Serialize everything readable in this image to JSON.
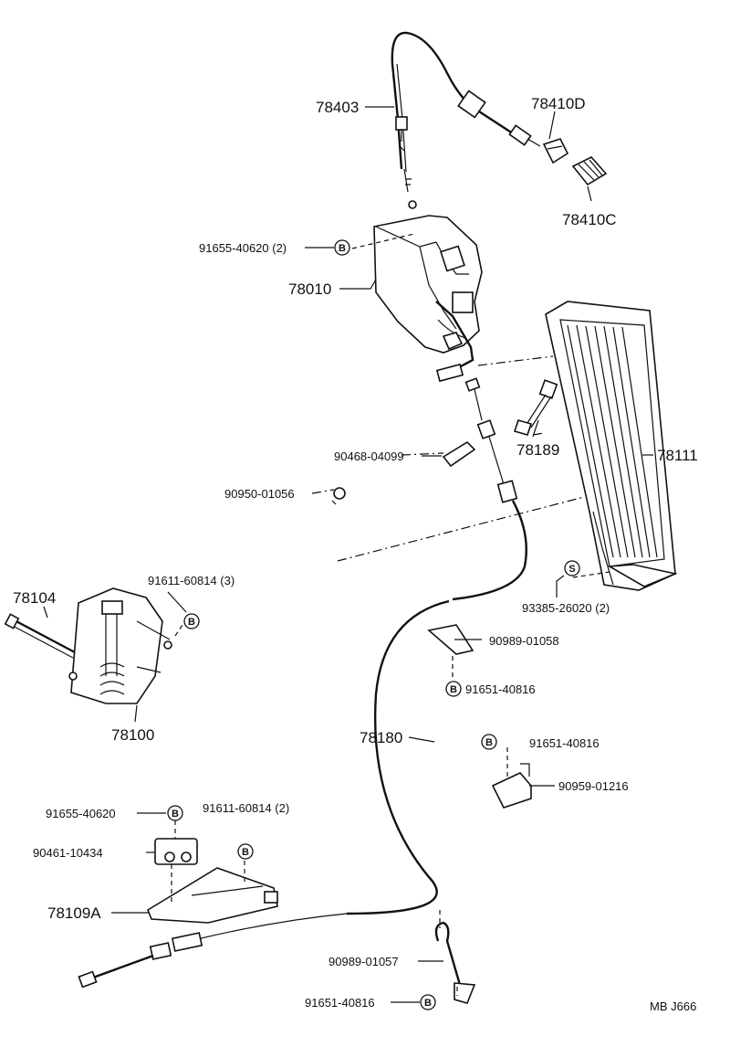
{
  "labels": {
    "p78403": "78403",
    "p78410D": "78410D",
    "p78410C": "78410C",
    "p91655_40620_2": "91655-40620 (2)",
    "p78010": "78010",
    "p78111": "78111",
    "p78189": "78189",
    "p90468_04099": "90468-04099",
    "p90950_01056": "90950-01056",
    "p78104": "78104",
    "p91611_60814_3": "91611-60814 (3)",
    "p93385_26020_2": "93385-26020 (2)",
    "p90989_01058": "90989-01058",
    "p91651_40816_a": "91651-40816",
    "p78100": "78100",
    "p78180": "78180",
    "p91651_40816_b": "91651-40816",
    "p90959_01216": "90959-01216",
    "p91655_40620": "91655-40620",
    "p91611_60814_2": "91611-60814 (2)",
    "p90461_10434": "90461-10434",
    "p78109A": "78109A",
    "p90989_01057": "90989-01057",
    "p91651_40816_c": "91651-40816",
    "footer": "MB  J666"
  },
  "badges": {
    "b": "B",
    "s": "S"
  }
}
